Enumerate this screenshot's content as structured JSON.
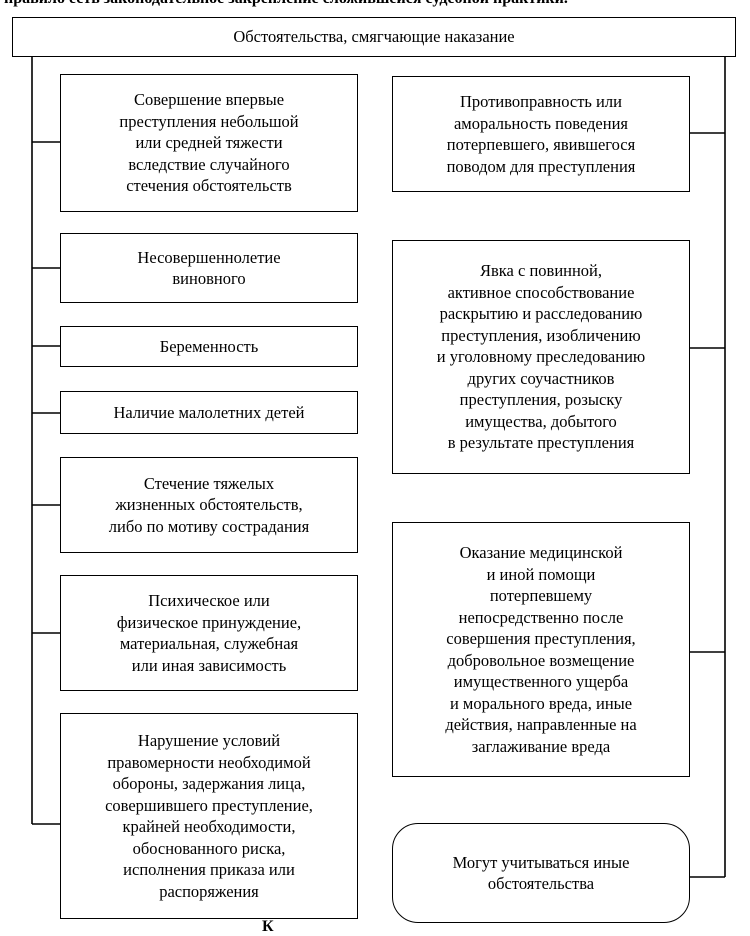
{
  "top_cut_text": "правило есть законодательное закрепление сложившейся судебной практики.",
  "bottom_cut_text": "К",
  "header": "Обстоятельства, смягчающие наказание",
  "left_items": [
    "Совершение впервые\nпреступления небольшой\nили средней тяжести\nвследствие случайного\nстечения обстоятельств",
    "Несовершеннолетие\nвиновного",
    "Беременность",
    "Наличие малолетних детей",
    "Стечение тяжелых\nжизненных обстоятельств,\nлибо по мотиву сострадания",
    "Психическое или\nфизическое принуждение,\nматериальная, служебная\nили иная зависимость",
    "Нарушение условий\nправомерности необходимой\nобороны, задержания лица,\nсовершившего преступление,\nкрайней необходимости,\nобоснованного риска,\nисполнения приказа или\nраспоряжения"
  ],
  "right_items": [
    "Противоправность или\nаморальность поведения\nпотерпевшего, явившегося\nповодом для преступления",
    "Явка с повинной,\nактивное способствование\nраскрытию и расследованию\nпреступления, изобличению\nи уголовному преследованию\nдругих соучастников\nпреступления, розыску\nимущества, добытого\nв результате преступления",
    "Оказание медицинской\nи иной помощи\nпотерпевшему\nнепосредственно после\nсовершения преступления,\nдобровольное возмещение\nимущественного ущерба\nи морального вреда, иные\nдействия, направленные на\nзаглаживание вреда",
    "Могут учитываться иные\nобстоятельства"
  ]
}
